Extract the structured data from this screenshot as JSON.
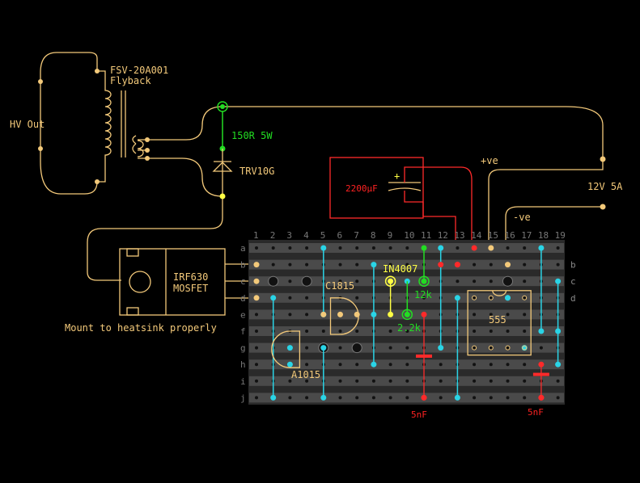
{
  "labels": {
    "hv_out": "HV Out",
    "flyback_model": "FSV-20A001",
    "flyback": "Flyback",
    "resistor": "150R 5W",
    "diode": "TRV10G",
    "capacitor": "2200µF",
    "plus": "+",
    "pos": "+ve",
    "neg": "-ve",
    "supply": "12V 5A",
    "mosfet_1": "IRF630",
    "mosfet_2": "MOSFET",
    "heatsink": "Mount to heatsink properly",
    "c1815": "C1815",
    "a1015": "A1015",
    "in4007": "IN4007",
    "r12k": "12k",
    "r22k": "2.2k",
    "ic555": "555",
    "cap5nf_1": "5nF",
    "cap5nf_2": "5nF"
  },
  "board": {
    "columns": [
      "1",
      "2",
      "3",
      "4",
      "5",
      "6",
      "7",
      "8",
      "9",
      "10",
      "11",
      "12",
      "13",
      "14",
      "15",
      "16",
      "17",
      "18",
      "19"
    ],
    "rows": [
      "a",
      "b",
      "c",
      "d",
      "e",
      "f",
      "g",
      "h",
      "i",
      "j"
    ],
    "right_rows": [
      "b",
      "c",
      "d"
    ]
  },
  "colors": {
    "background": "#000000",
    "wire": "#f3c97a",
    "power_pos": "#ff2a2a",
    "link": "#2ad4e6",
    "resistor": "#22dd22",
    "diode_link": "#ffff44"
  }
}
